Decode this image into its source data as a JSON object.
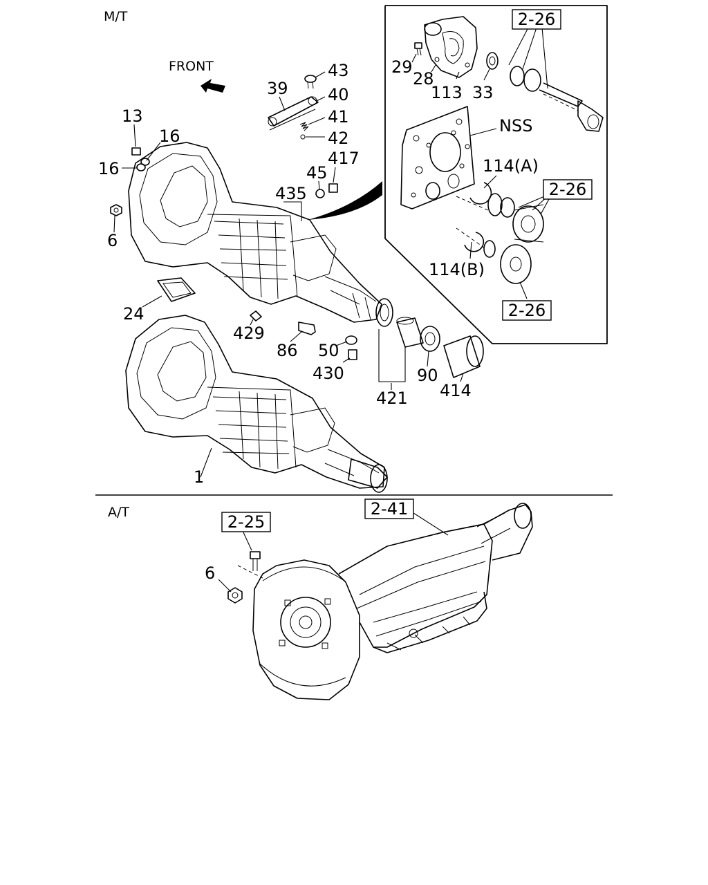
{
  "sections": {
    "manual": "M/T",
    "automatic": "A/T"
  },
  "front_label": "FRONT",
  "refs": {
    "r226a": "2-26",
    "r226b": "2-26",
    "r226c": "2-26",
    "r241": "2-41",
    "r225": "2-25"
  },
  "callouts": {
    "c43": "43",
    "c39": "39",
    "c40": "40",
    "c41": "41",
    "c42": "42",
    "c13": "13",
    "c16a": "16",
    "c16b": "16",
    "c6a": "6",
    "c45": "45",
    "c417": "417",
    "c435": "435",
    "c24": "24",
    "c429": "429",
    "c86": "86",
    "c50": "50",
    "c430": "430",
    "c90": "90",
    "c414": "414",
    "c421": "421",
    "c1": "1",
    "c29": "29",
    "c28": "28",
    "c113": "113",
    "c33": "33",
    "cNSS": "NSS",
    "c114a": "114(A)",
    "c114b": "114(B)",
    "c6b": "6"
  }
}
